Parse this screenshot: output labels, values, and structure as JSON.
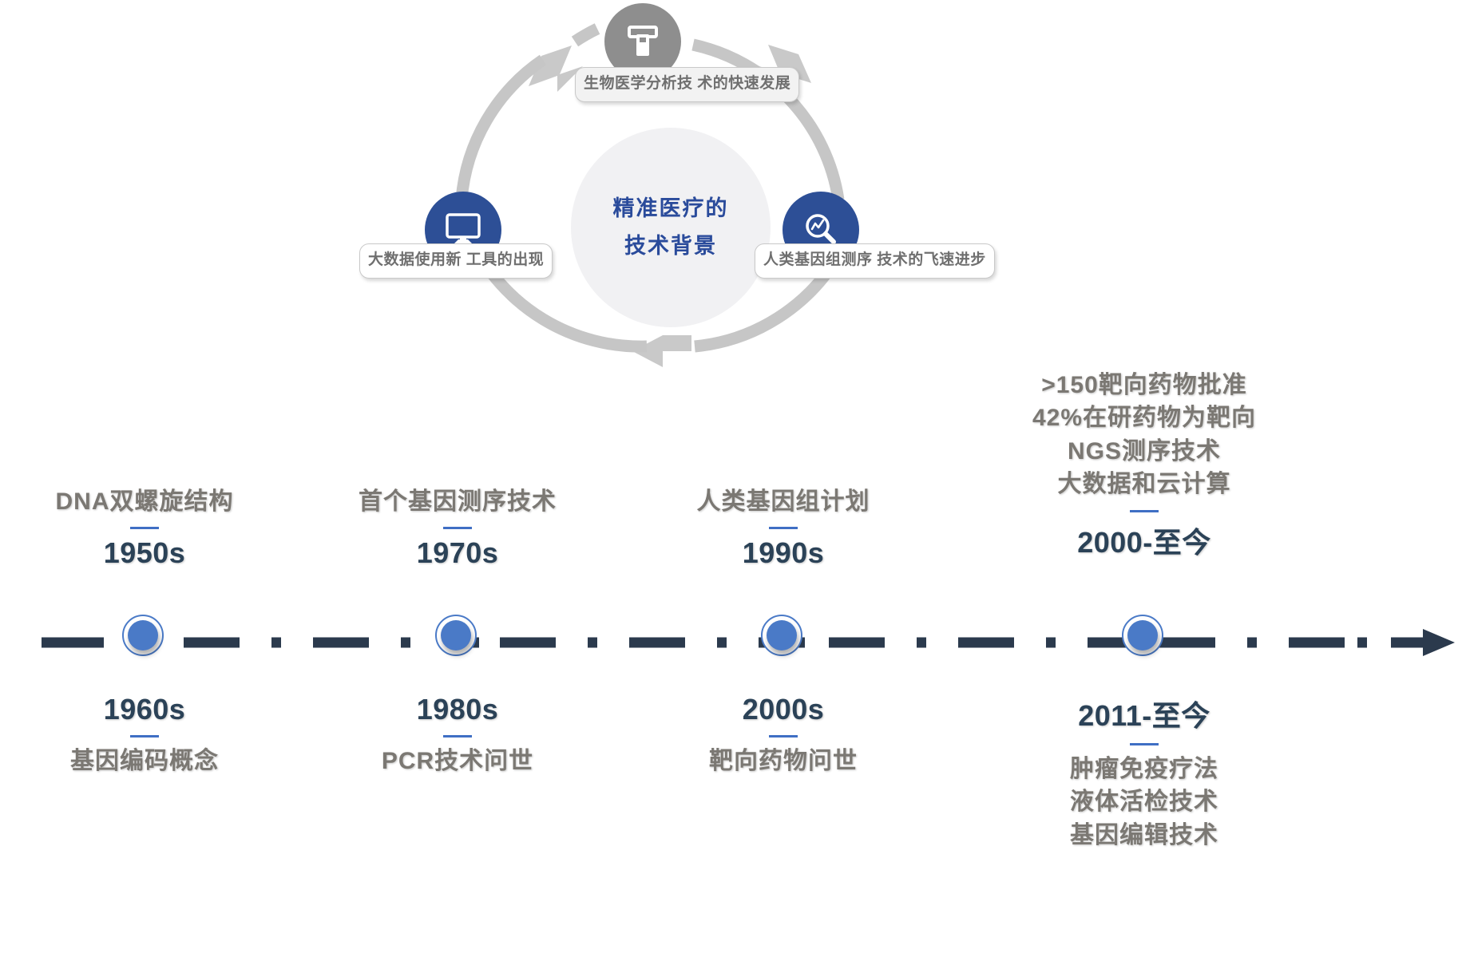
{
  "cycle": {
    "center_line1": "精准医疗的",
    "center_line2": "技术背景",
    "nodes": [
      {
        "id": "top",
        "icon": "scanner-icon",
        "color": "#8e8e8e",
        "label": "生物医学分析技\n术的快速发展"
      },
      {
        "id": "left",
        "icon": "monitor-icon",
        "color": "#2d4f96",
        "label": "大数据使用新\n工具的出现"
      },
      {
        "id": "right",
        "icon": "analytics-search-icon",
        "color": "#2d4f96",
        "label": "人类基因组测序\n技术的飞速进步"
      }
    ],
    "ring_color": "#c6c6c6",
    "center_text_color": "#2a4b9b"
  },
  "timeline": {
    "axis_color": "#2b3a4d",
    "dot_color": "#4a7ac7",
    "rule_color": "#3f6fc4",
    "arrow": "right-arrow-icon",
    "milestones_above": [
      {
        "caption": "DNA双螺旋结构",
        "year": "1950s"
      },
      {
        "caption": "首个基因测序技术",
        "year": "1970s"
      },
      {
        "caption": "人类基因组计划",
        "year": "1990s"
      },
      {
        "caption": ">150靶向药物批准\n42%在研药物为靶向\nNGS测序技术\n大数据和云计算",
        "year": "2000-至今"
      }
    ],
    "milestones_below": [
      {
        "year": "1960s",
        "caption": "基因编码概念"
      },
      {
        "year": "1980s",
        "caption": "PCR技术问世"
      },
      {
        "year": "2000s",
        "caption": "靶向药物问世"
      },
      {
        "year": "2011-至今",
        "caption": "肿瘤免疫疗法\n液体活检技术\n基因编辑技术"
      }
    ]
  }
}
